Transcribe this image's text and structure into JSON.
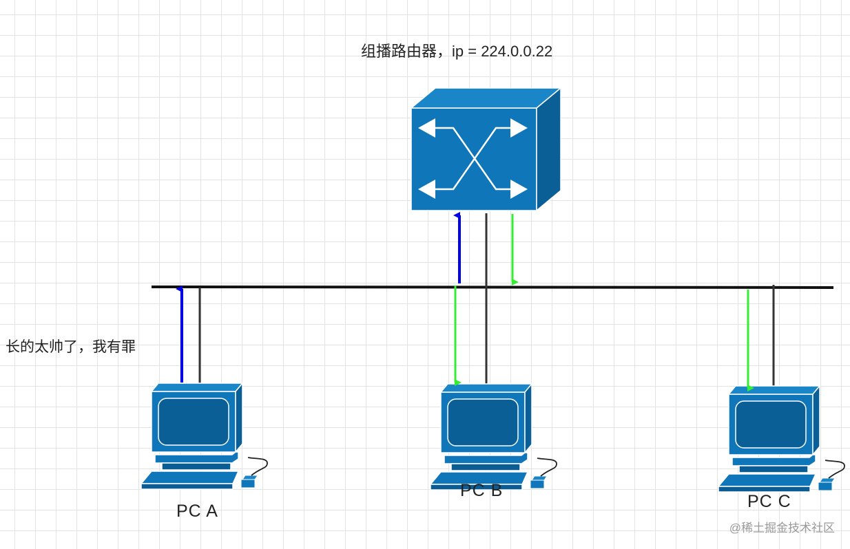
{
  "router": {
    "label": "组播路由器，ip = 224.0.0.22",
    "icon": "switch-icon"
  },
  "note": {
    "text": "长的太帅了，我有罪"
  },
  "pcs": [
    {
      "label": "PC A",
      "icon": "desktop-computer-icon"
    },
    {
      "label": "PC B",
      "icon": "desktop-computer-icon"
    },
    {
      "label": "PC C",
      "icon": "desktop-computer-icon"
    }
  ],
  "watermark": {
    "text": "@稀土掘金技术社区"
  },
  "colors": {
    "device_blue": "#0f77b9",
    "device_dark": "#0b5c92",
    "arrow_up": "#0000e6",
    "arrow_down": "#33ee33",
    "line": "#222222"
  }
}
